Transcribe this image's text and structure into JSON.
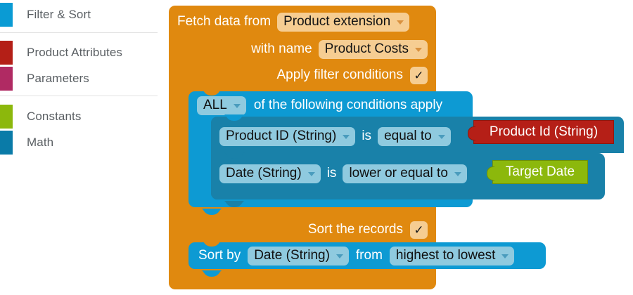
{
  "palette": {
    "items": [
      {
        "label": "Filter & Sort",
        "color": "#0a9bd4"
      },
      {
        "label": "Product Attributes",
        "color": "#b41f17"
      },
      {
        "label": "Parameters",
        "color": "#b02a63"
      },
      {
        "label": "Constants",
        "color": "#8cb80c"
      },
      {
        "label": "Math",
        "color": "#0a7ba8"
      }
    ]
  },
  "fetch_block": {
    "color": "#e0890f",
    "line1_label": "Fetch data from",
    "source_value": "Product extension",
    "line2_label": "with name",
    "name_value": "Product Costs",
    "filter_label": "Apply filter conditions",
    "filter_checked": "✓",
    "sort_label": "Sort the records",
    "sort_checked": "✓"
  },
  "conditions_block": {
    "color": "#0d9ad3",
    "quantifier": "ALL",
    "quantifier_suffix": "of the following conditions apply",
    "rows": [
      {
        "field": "Product ID (String)",
        "is_label": "is",
        "operator": "equal to",
        "value": "Product Id (String)",
        "value_color": "#b51f17"
      },
      {
        "field": "Date (String)",
        "is_label": "is",
        "operator": "lower or equal to",
        "value": "Target Date",
        "value_color": "#8cb80c"
      }
    ]
  },
  "sort_block": {
    "color": "#0d9ad3",
    "prefix": "Sort by",
    "field": "Date (String)",
    "mid": "from",
    "direction": "highest to lowest"
  }
}
